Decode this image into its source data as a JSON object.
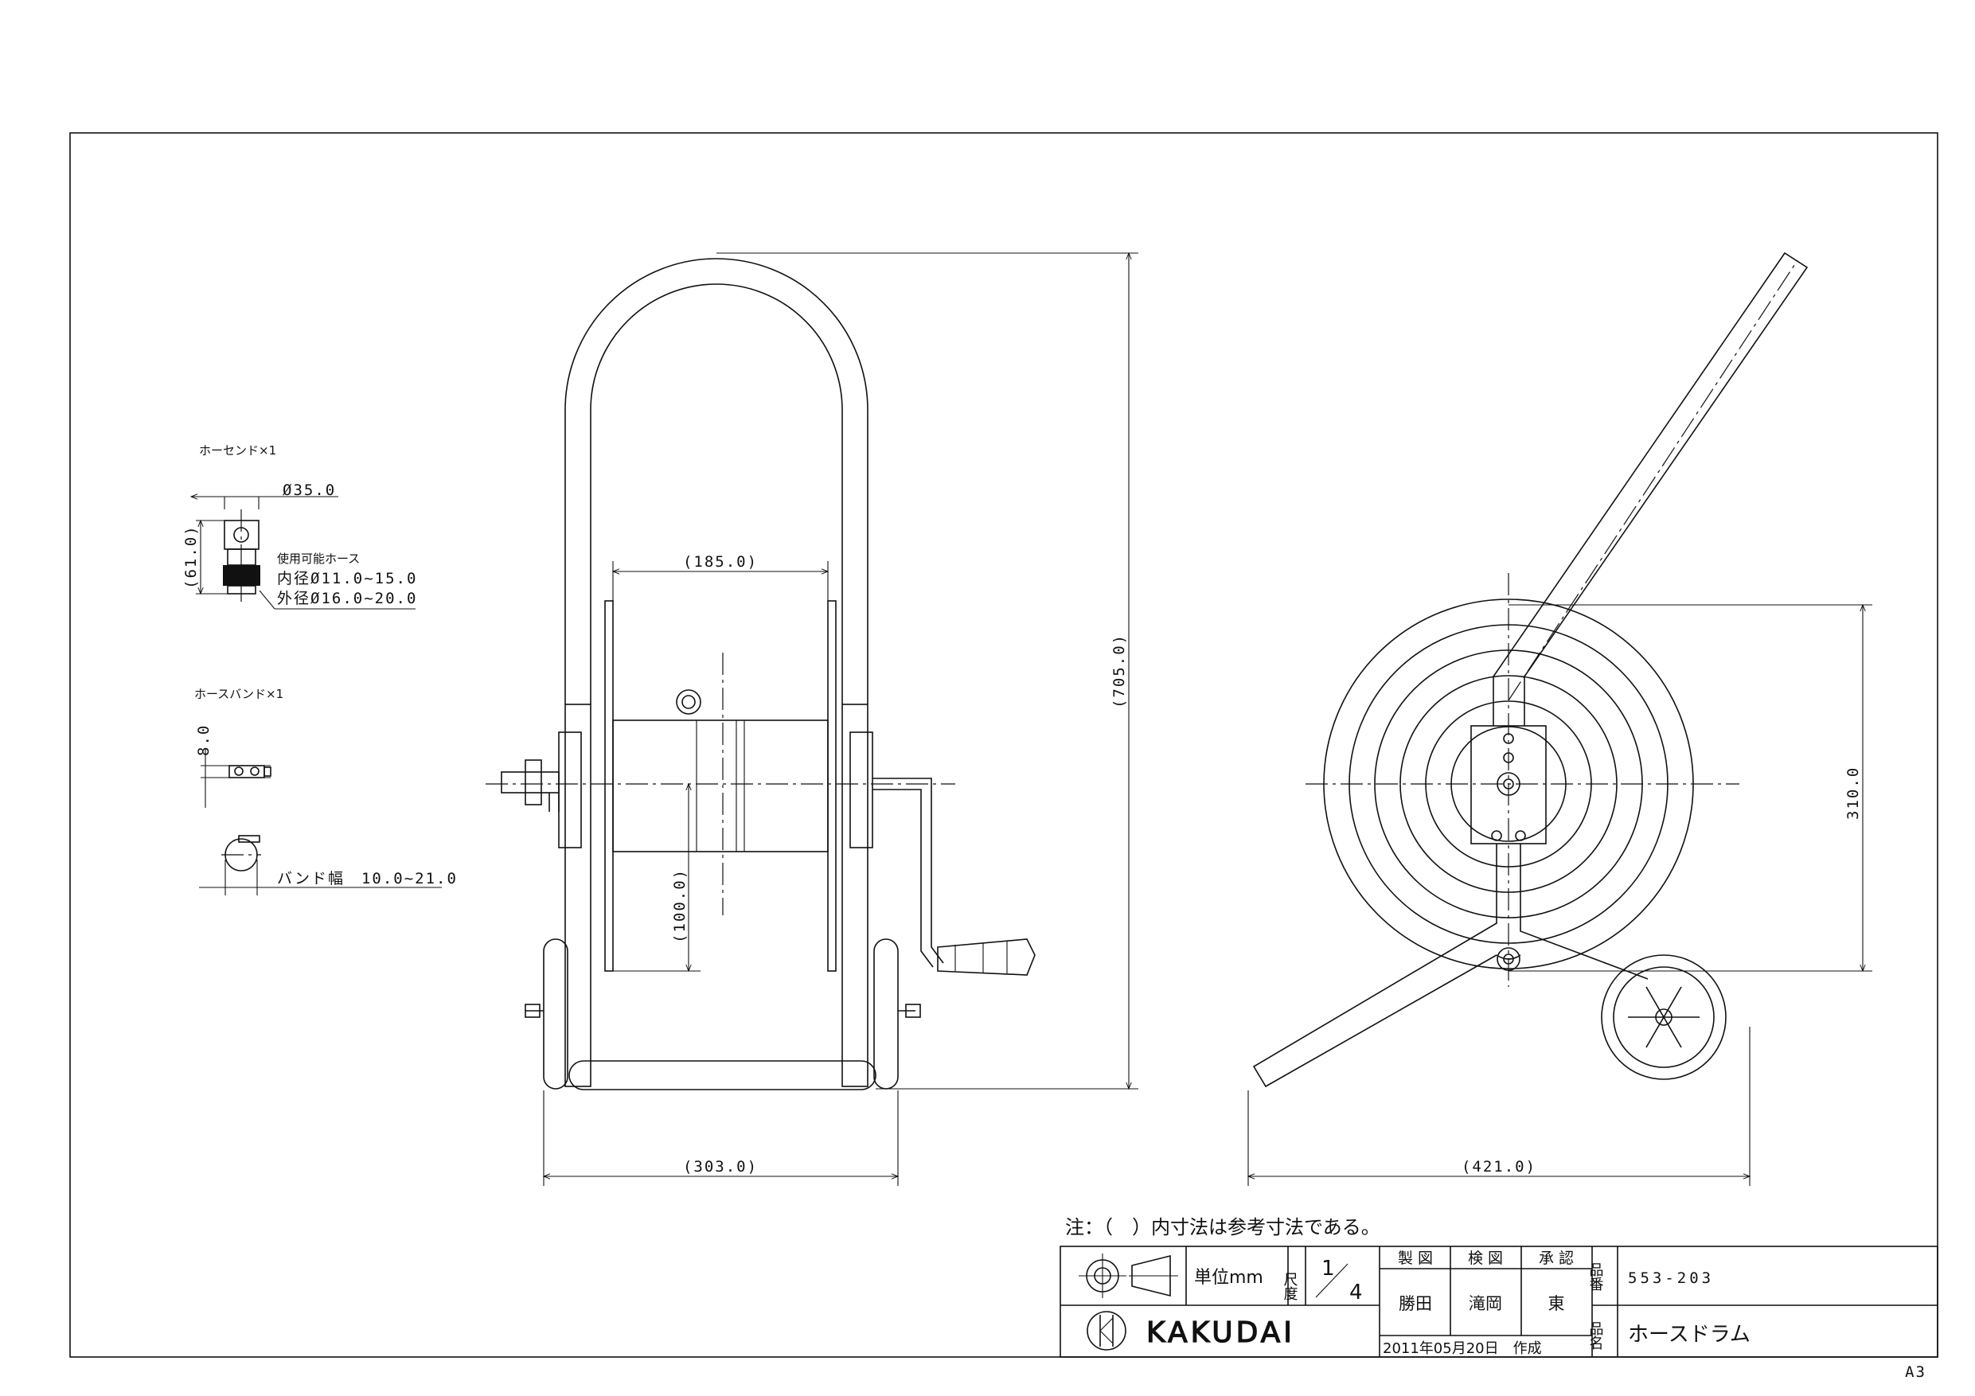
{
  "sheet": {
    "size_label": "A3"
  },
  "accessories": {
    "hose_end": {
      "title": "ホーセンド×1",
      "dia": "Ø35.0",
      "height": "(61.0)",
      "usable_hose": "使用可能ホース",
      "inner": "内径Ø11.0~15.0",
      "outer": "外径Ø16.0~20.0"
    },
    "hose_band": {
      "title": "ホースバンド×1",
      "height": "8.0",
      "band_width": "バンド幅　10.0~21.0"
    }
  },
  "front_view": {
    "drum_width": "(185.0)",
    "total_height": "(705.0)",
    "drum_radius": "(100.0)",
    "base_width": "(303.0)"
  },
  "side_view": {
    "drum_height": "310.0",
    "total_length": "(421.0)"
  },
  "note": "注：（　）内寸法は参考寸法である。",
  "title_block": {
    "unit_label": "単位mm",
    "scale_label": "尺度",
    "scale_num": "1",
    "scale_den": "4",
    "drawn_head": "製 図",
    "checked_head": "検 図",
    "approved_head": "承 認",
    "drawn_by": "勝田",
    "checked_by": "滝岡",
    "approved_by": "東",
    "part_no_label": "品番",
    "part_no": "553-203",
    "part_name_label": "品名",
    "part_name": "ホースドラム",
    "company": "KAKUDAI",
    "date": "2011年05月20日　作成"
  }
}
